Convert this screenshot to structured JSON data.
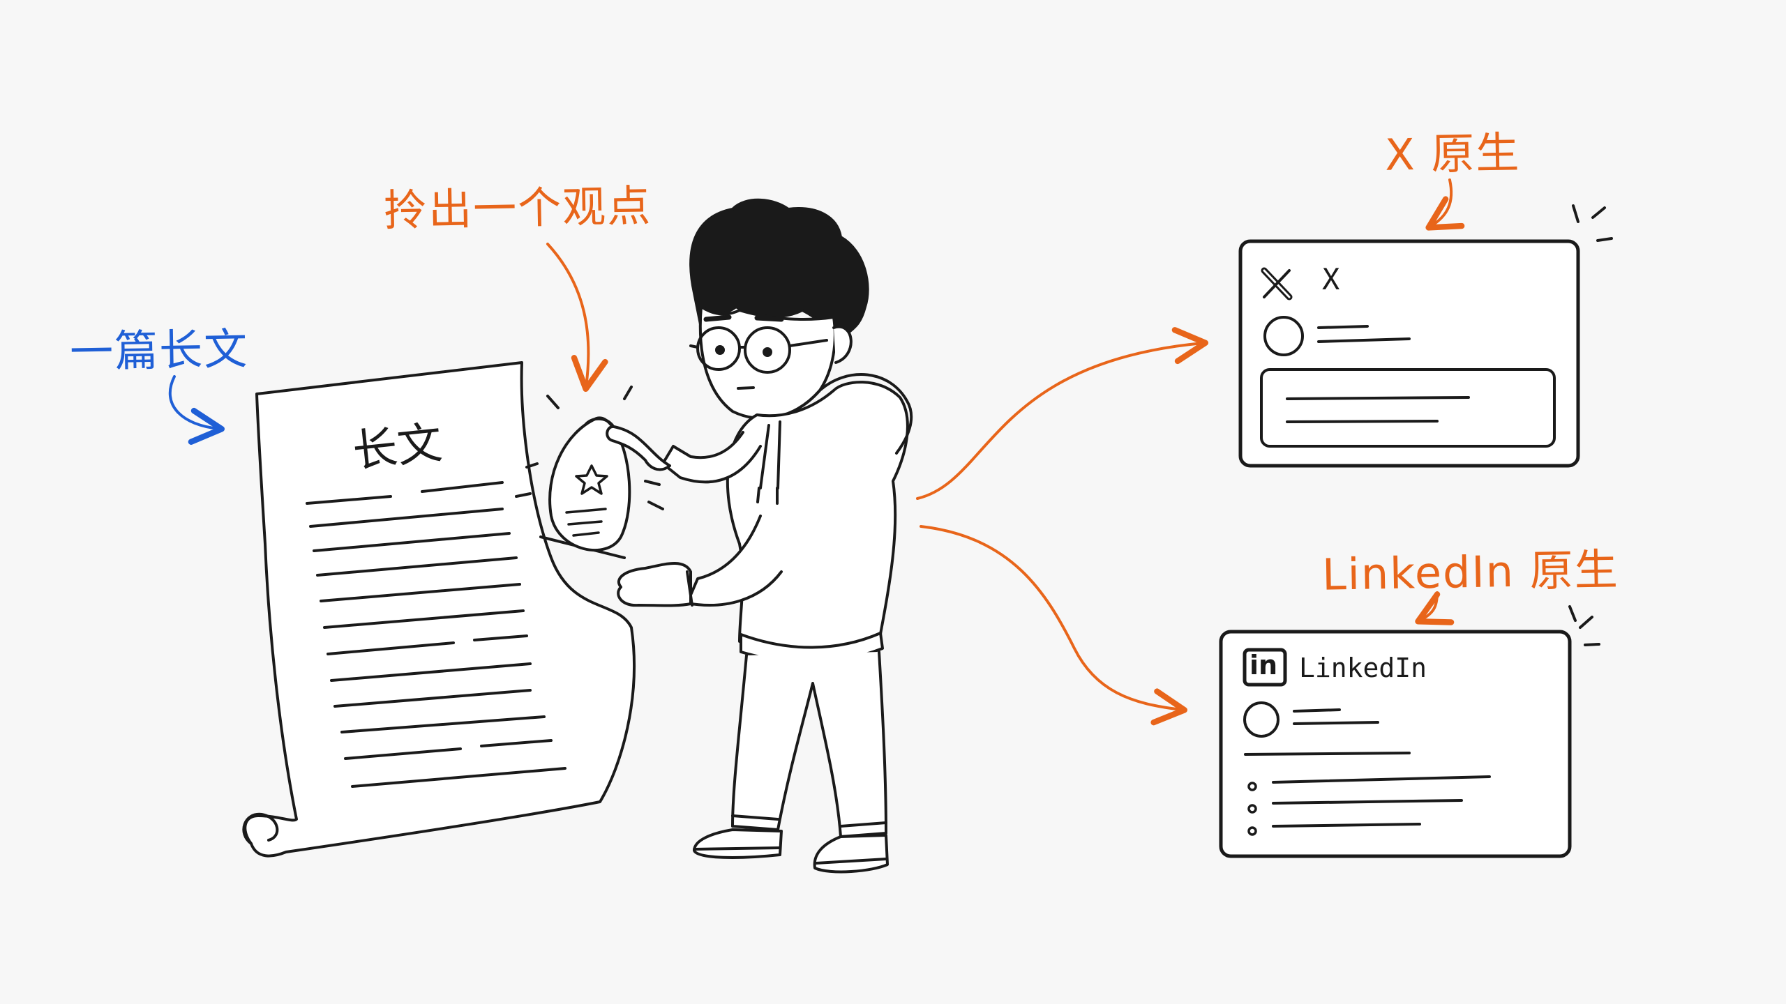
{
  "colors": {
    "ink": "#1a1a1a",
    "blue": "#1f5fd6",
    "orange": "#e8651a",
    "paper": "#ffffff",
    "background": "#f7f7f7"
  },
  "annotations": {
    "long_article": "一篇长文",
    "pick_view": "拎出一个观点",
    "x_native": "X 原生",
    "linkedin_native": "LinkedIn 原生"
  },
  "document": {
    "title": "长文",
    "icon": "scroll-document-icon"
  },
  "idea_bag": {
    "icon": "star-icon"
  },
  "x_card": {
    "logo": "x-logo-icon",
    "label": "X",
    "avatar": "avatar-circle-icon"
  },
  "linkedin_card": {
    "logo_text": "in",
    "label": "LinkedIn",
    "avatar": "avatar-circle-icon"
  }
}
